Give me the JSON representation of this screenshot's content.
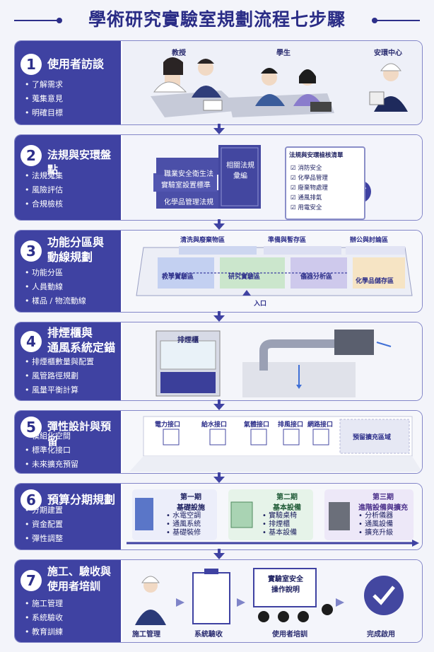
{
  "title": "學術研究實驗室規劃流程七步驟",
  "steps": [
    {
      "num": "1",
      "title": "使用者訪談",
      "bullets": [
        "了解需求",
        "蒐集意見",
        "明確目標"
      ],
      "people": [
        "教授",
        "學生",
        "安環中心"
      ]
    },
    {
      "num": "2",
      "title": "法規與安環盤點",
      "bullets": [
        "法規蒐集",
        "風險評估",
        "合規檢核"
      ],
      "books": [
        "職業安全衛生法",
        "實驗室設置標準",
        "化學品管理法規"
      ],
      "binder": "相關法規\n彙編",
      "checklist_title": "法規與安環檢核清單",
      "checklist": [
        "消防安全",
        "化學品管理",
        "廢棄物處理",
        "通風排氣",
        "用電安全"
      ]
    },
    {
      "num": "3",
      "title": "功能分區與\n動線規劃",
      "bullets": [
        "功能分區",
        "人員動線",
        "樣品 / 物流動線"
      ],
      "top_zones": [
        "清洗與廢棄物區",
        "準備與暫存區",
        "辦公與討論區"
      ],
      "zones": [
        "教學實驗區",
        "研究實驗區",
        "儀器分析區",
        "化學品儲存區"
      ],
      "entrance": "入口"
    },
    {
      "num": "4",
      "title": "排煙櫃與\n通風系統定錨",
      "bullets": [
        "排煙櫃數量與配置",
        "風管路徑規劃",
        "風量平衡計算"
      ],
      "hood_label": "排煙櫃"
    },
    {
      "num": "5",
      "title": "彈性設計與預留",
      "bullets": [
        "模組化空間",
        "標準化接口",
        "未來擴充預留"
      ],
      "ports": [
        "電力接口",
        "給水接口",
        "氣體接口",
        "排風接口",
        "網路接口"
      ],
      "reserve": "預留擴充區域"
    },
    {
      "num": "6",
      "title": "預算分期規劃",
      "bullets": [
        "分期建置",
        "資金配置",
        "彈性調整"
      ],
      "phases": [
        {
          "title": "第一期\n基礎設施",
          "items": [
            "水電空調",
            "通風系統",
            "基礎裝修"
          ],
          "color": "#3f42a2"
        },
        {
          "title": "第二期\n基本設備",
          "items": [
            "實驗桌椅",
            "排煙櫃",
            "基本設備"
          ],
          "color": "#2e7d4f"
        },
        {
          "title": "第三期\n進階設備與擴充",
          "items": [
            "分析儀器",
            "通風設備",
            "擴充升級"
          ],
          "color": "#5b3f9e"
        }
      ]
    },
    {
      "num": "7",
      "title": "施工、驗收與\n使用者培訓",
      "bullets": [
        "施工管理",
        "系統驗收",
        "教育訓練"
      ],
      "stages": [
        "施工管理",
        "系統驗收",
        "使用者培訓",
        "完成啟用"
      ],
      "board": "實驗室安全\n操作說明"
    }
  ]
}
